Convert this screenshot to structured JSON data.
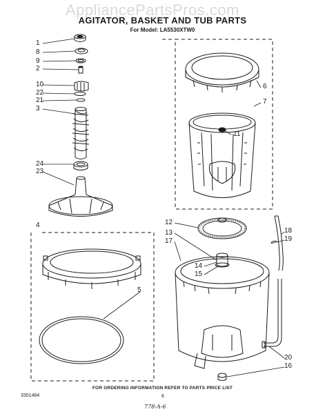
{
  "watermark": "AppliancePartsPros.com",
  "title": "AGITATOR, BASKET AND TUB PARTS",
  "model_line": "For Model: LA5530XTW0",
  "footer_note": "FOR ORDERING INFORMATION REFER TO PARTS PRICE LIST",
  "part_number": "3351464",
  "page_number": "6",
  "handwritten_note": "778-A-6",
  "callouts": {
    "c1": "1",
    "c8": "8",
    "c9": "9",
    "c2": "2",
    "c10": "10",
    "c22": "22",
    "c21": "21",
    "c3": "3",
    "c24": "24",
    "c23": "23",
    "c4": "4",
    "c5": "5",
    "c6": "6",
    "c7": "7",
    "c11": "11",
    "c12": "12",
    "c13": "13",
    "c17": "17",
    "c14": "14",
    "c15": "15",
    "c18": "18",
    "c19": "19",
    "c20": "20",
    "c16": "16"
  }
}
